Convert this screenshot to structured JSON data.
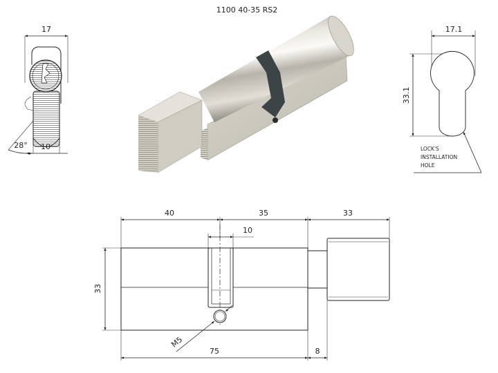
{
  "title": "1100 40-35 RS2",
  "side_view": {
    "width": "17",
    "tab_width": "10",
    "angle": "28°"
  },
  "keyhole": {
    "width": "17.1",
    "height": "33.1",
    "note_lines": [
      "LOCK'S",
      "INSTALLATION",
      "HOLE"
    ]
  },
  "front_view": {
    "dim_left": "40",
    "dim_mid": "35",
    "dim_knob": "33",
    "dim_cam": "10",
    "dim_height": "33",
    "dim_total": "75",
    "dim_neck": "8",
    "thread": "M5"
  },
  "colors": {
    "line": "#222222",
    "cam": "#3c4446",
    "metal": "#c9c6bc"
  }
}
